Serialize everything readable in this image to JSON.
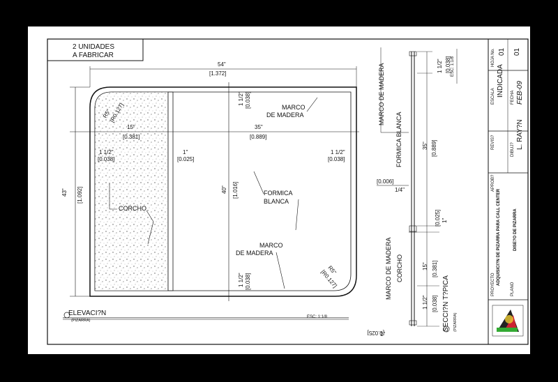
{
  "header": {
    "line1": "2  UNIDADES",
    "line2": "A  FABRICAR"
  },
  "elevation": {
    "width_total": "54\"",
    "width_total_mm": "[1.372]",
    "width_cork": "15\"",
    "width_cork_mm": "[0.381]",
    "width_formica": "35\"",
    "width_formica_mm": "[0.889]",
    "frame_left": "1 1/2\"",
    "frame_left_mm": "[0.038]",
    "divider": "1\"",
    "divider_mm": "[0.025]",
    "frame_right": "1 1/2\"",
    "frame_right_mm": "[0.038]",
    "frame_top": "1 1/2\"",
    "frame_top_mm": "[0.038]",
    "frame_bottom": "1 1/2\"",
    "frame_bottom_mm": "[0.038]",
    "height_total": "43\"",
    "height_total_mm": "[1.092]",
    "height_inner": "40\"",
    "height_inner_mm": "[1.016]",
    "radius_label_1": "R5\"",
    "radius_label_2": "[R0.127]",
    "label_marco_1a": "MARCO",
    "label_marco_1b": "DE MADERA",
    "label_formica_a": "FORMICA",
    "label_formica_b": "BLANCA",
    "label_marco_2a": "MARCO",
    "label_marco_2b": "DE MADERA",
    "label_corcho": "CORCHO",
    "view_title": "ELEVACI?N",
    "view_sub": "(PIZARRA)",
    "scale": "ESC: 1:1/8"
  },
  "section": {
    "label_marco": "MARCO DE MADERA",
    "label_formica": "FORMICA BLANCA",
    "label_marco_b": "MARCO DE MADERA",
    "label_corcho": "CORCHO",
    "dim_formica": "35\"",
    "dim_formica_mm": "[0.889]",
    "dim_top": "1 1/2\"",
    "dim_top_mm": "[0.038]",
    "dim_div": "1\"",
    "dim_div_mm": "[0.025]",
    "dim_cork": "15\"",
    "dim_cork_mm": "[0.381]",
    "dim_bot": "1 1/2\"",
    "dim_bot_mm": "[0.038]",
    "thick": "[0.006]",
    "thick_in": "1/4\"",
    "thick_bottom": "[0.025]",
    "thick_bottom_in": "1\"",
    "view_title": "SECCI?N  T?PICA",
    "view_sub": "(PIZARRA)",
    "scale": "ESC: 1:1/8"
  },
  "title_block": {
    "proyecto_lbl": "PROYECTO",
    "proyecto": "ADQUISICI?N DE PIZARRA PARA CALL CENTER",
    "plano_lbl": "PLANO",
    "plano": "DISE?O DE PIZARRA",
    "aprobo_lbl": "APROB?",
    "reviso_lbl": "REVIS?",
    "dibujo_lbl": "DIBUJ?",
    "dibujo": "L. RAY?N",
    "escala_lbl": "ESCALA",
    "escala": "INDICADA",
    "fecha_lbl": "FECHA",
    "fecha": "FEB-09",
    "hoja_lbl": "HOJA No.",
    "hoja": "01",
    "de": "01"
  }
}
